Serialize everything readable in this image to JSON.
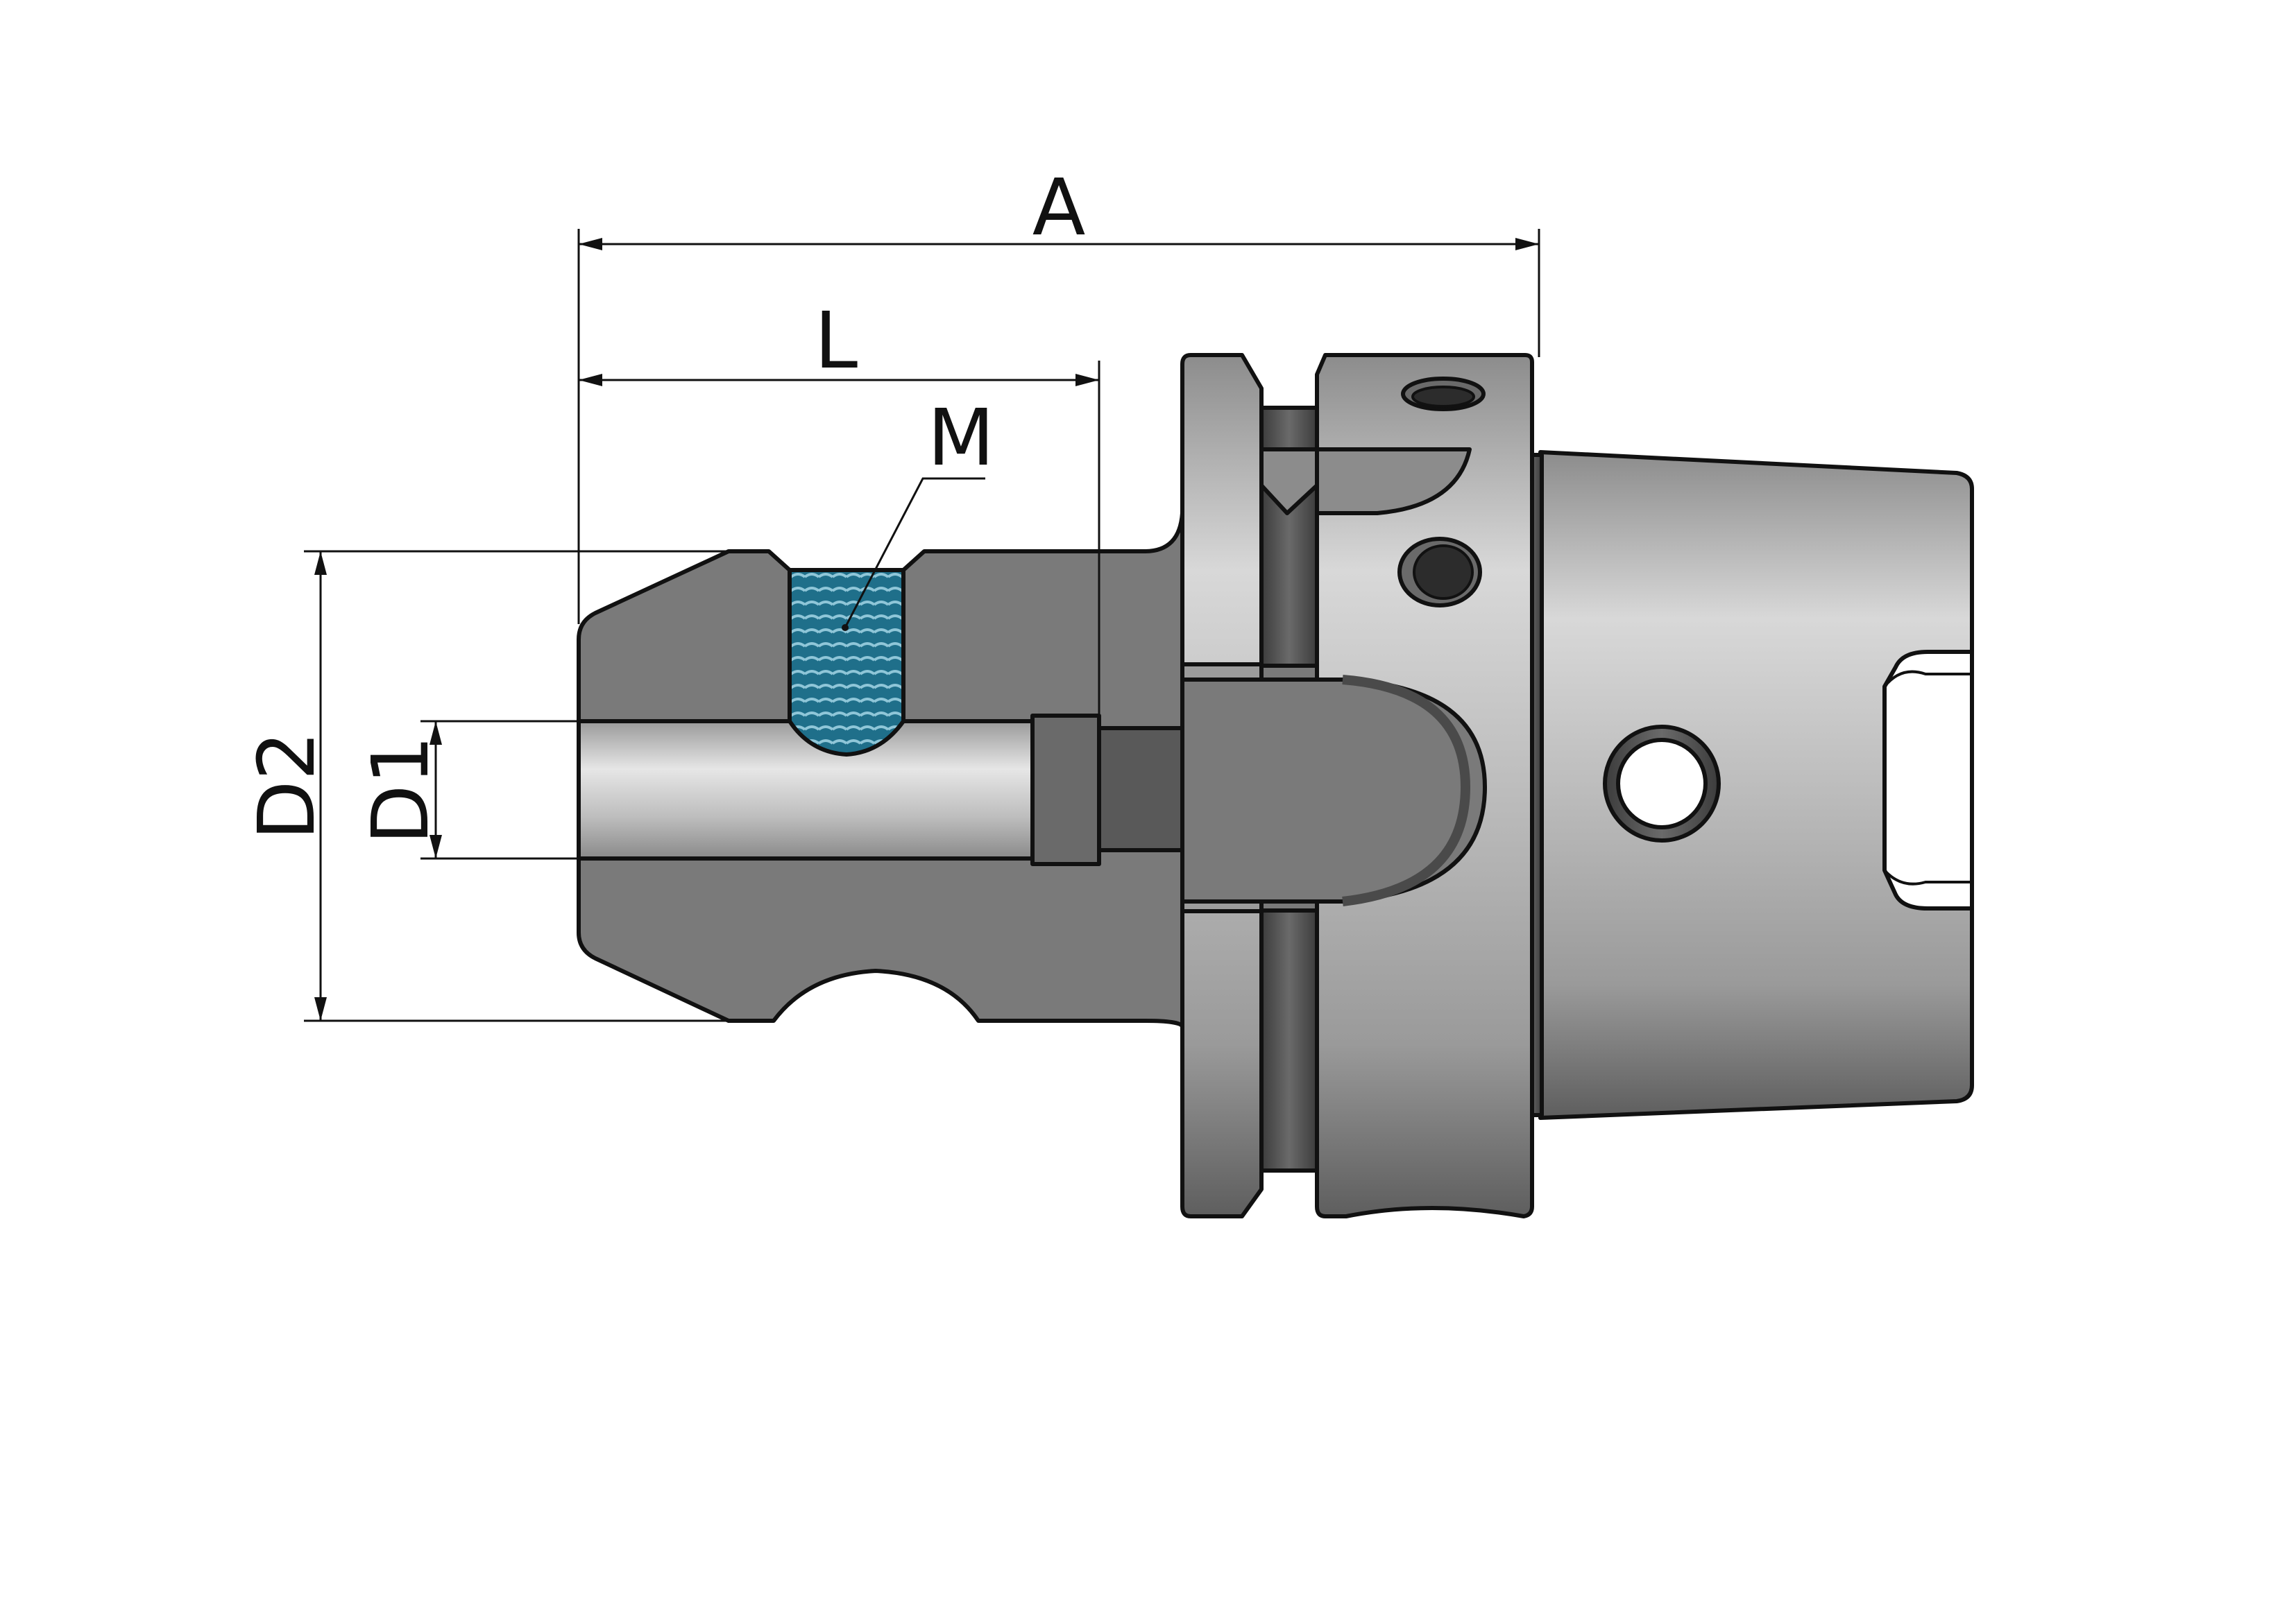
{
  "labels": {
    "overall_length": "A",
    "clamping_length": "L",
    "thread": "M",
    "outer_diameter": "D2",
    "bore_diameter": "D1"
  },
  "colors": {
    "section_fill": "#7a7a7a",
    "bore_fill": "#c4c4c4",
    "thread_fill": "#1f6f8a",
    "flange_fill": "#b9b9b9",
    "shank_fill": "#c9c9c9",
    "groove_fill": "#4e4e4e",
    "outline": "#111111"
  }
}
